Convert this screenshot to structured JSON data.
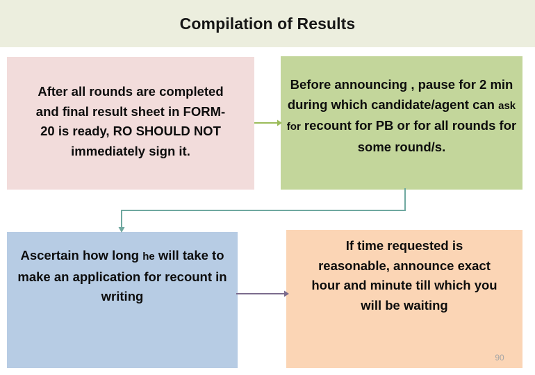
{
  "slide": {
    "title": "Compilation of Results",
    "page_number": "90",
    "colors": {
      "title_band": "#eceede",
      "pink_box": "#f2dcdb",
      "green_box": "#c3d69b",
      "blue_box": "#b7cce4",
      "orange_box": "#fbd5b5",
      "arrow_olive": "#9bbb59",
      "arrow_teal": "#6fa8a0",
      "arrow_purple": "#7b6b8d",
      "text": "#0d0d0d",
      "page_number": "#a6a6a6"
    }
  },
  "boxes": {
    "step1": {
      "text": "After  all rounds are completed and final result sheet in FORM-20 is ready,  RO SHOULD NOT immediately sign it.",
      "lines": [
        "After  all rounds are completed",
        "and final result sheet in FORM-",
        "20 is ready,  RO SHOULD NOT",
        "immediately sign it."
      ]
    },
    "step2": {
      "text": "Before announcing , pause for 2 min during which candidate/agent can ask for recount for PB or for all rounds for some round/s.",
      "part_a": "Before announcing , pause for 2 min during which candidate/agent can ",
      "part_small": "ask for",
      "part_b": " recount for PB or for all rounds for some round/s."
    },
    "step3": {
      "text": "Ascertain how long he will take to make an application for recount in writing",
      "part_a": "Ascertain how long ",
      "part_small": "he",
      "part_b": " will take to make an application for recount in writing"
    },
    "step4": {
      "text": "If  time requested is reasonable, announce exact hour and minute till which you will be waiting",
      "lines": [
        "If  time requested is",
        "reasonable, announce exact",
        "hour and minute till which you",
        "will be waiting"
      ]
    }
  },
  "connectors": {
    "pink_to_green": "arrow-right-olive",
    "green_to_blue": "elbow-arrow-down-teal",
    "blue_to_orange": "arrow-right-purple"
  }
}
